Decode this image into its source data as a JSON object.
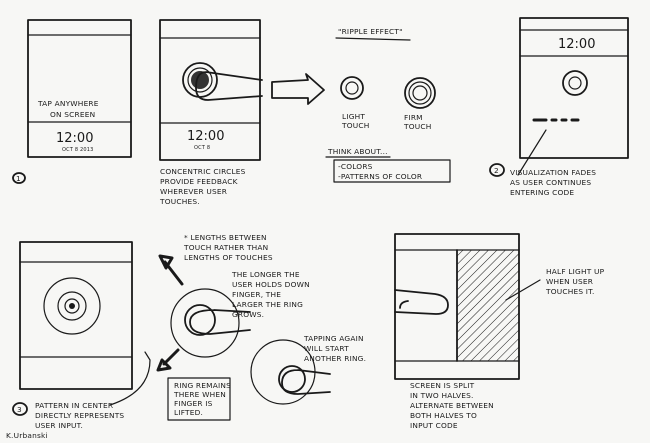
{
  "sketch1": {
    "tap_line1": "TAP ANYWHERE",
    "tap_line2": "ON SCREEN",
    "time": "12:00",
    "date": "OCT 8 2013",
    "number": "1"
  },
  "sketch2": {
    "time": "12:00",
    "date": "OCT 8",
    "note": [
      "CONCENTRIC CIRCLES",
      "PROVIDE FEEDBACK",
      "WHEREVER USER",
      "TOUCHES."
    ]
  },
  "ripple": {
    "title": "\"RIPPLE EFFECT\"",
    "light": [
      "LIGHT",
      "TOUCH"
    ],
    "firm": [
      "FIRM",
      "TOUCH"
    ],
    "think": "THINK ABOUT...",
    "items": [
      "-COLORS",
      "-PATTERNS OF COLOR"
    ]
  },
  "sketch_right": {
    "time": "12:00",
    "number": "2",
    "note": [
      "VISUALIZATION FADES",
      "AS USER CONTINUES",
      "ENTERING CODE"
    ]
  },
  "sketch3": {
    "number": "3",
    "note": [
      "PATTERN IN CENTER",
      "DIRECTLY REPRESENTS",
      "USER INPUT."
    ],
    "signature": "K.Urbanski"
  },
  "middle_notes": {
    "lengths": [
      "* LENGTHS BETWEEN",
      "TOUCH RATHER THAN",
      "LENGTHS OF TOUCHES"
    ],
    "longer": [
      "THE LONGER THE",
      "USER HOLDS DOWN",
      "FINGER, THE",
      "LARGER THE RING",
      "GROWS."
    ],
    "tapping": [
      "TAPPING AGAIN",
      "WILL START",
      "ANOTHER RING."
    ],
    "ring_remains": [
      "RING REMAINS",
      "THERE WHEN",
      "FINGER IS",
      "LIFTED."
    ]
  },
  "split": {
    "half": [
      "HALF LIGHT UP",
      "WHEN USER",
      "TOUCHES IT."
    ],
    "screen": [
      "SCREEN IS SPLIT",
      "IN TWO HALVES.",
      "ALTERNATE BETWEEN",
      "BOTH HALVES TO",
      "INPUT CODE"
    ]
  }
}
